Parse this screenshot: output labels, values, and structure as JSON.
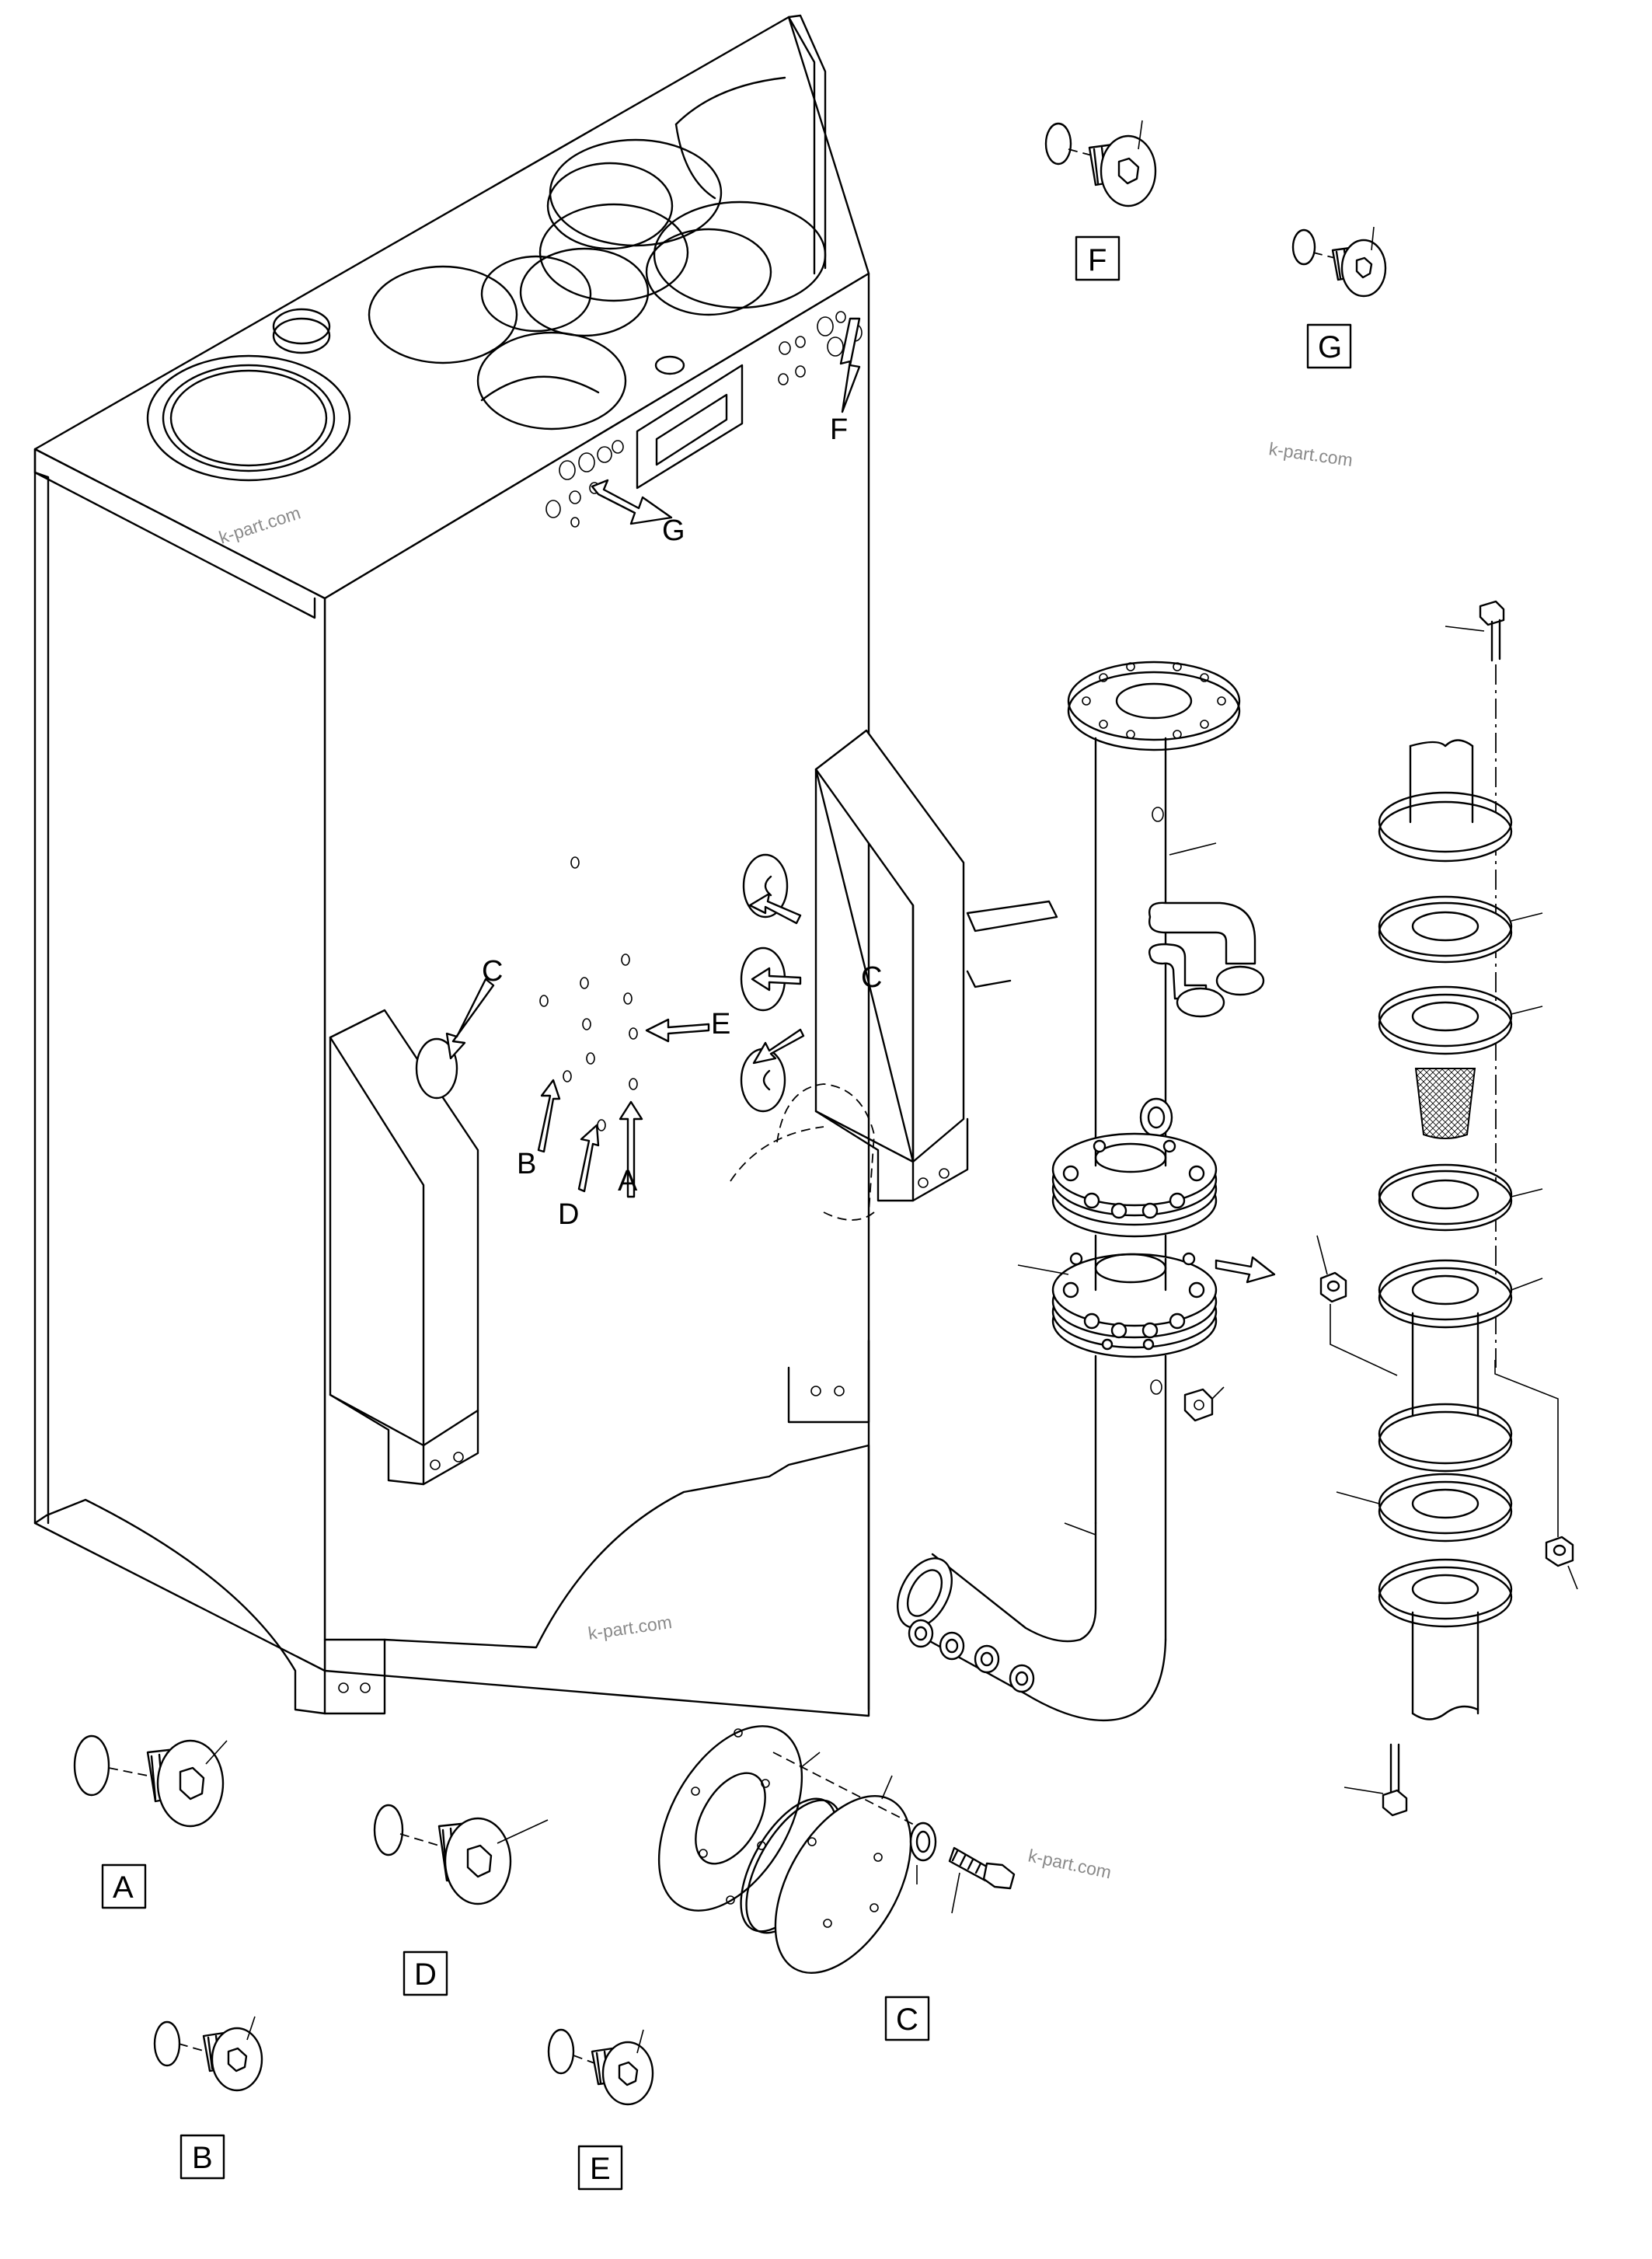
{
  "callouts": {
    "G": "G",
    "F": "F",
    "C_left": "C",
    "C_right": "C",
    "E": "E",
    "B": "B",
    "D": "D",
    "A": "A"
  },
  "detail_boxes": {
    "A": "A",
    "B": "B",
    "C": "C",
    "D": "D",
    "E": "E",
    "F": "F",
    "G": "G"
  },
  "watermarks": [
    "k-part.com",
    "k-part.com",
    "k-part.com",
    "k-part.com"
  ],
  "colors": {
    "line": "#000000",
    "background": "#ffffff",
    "watermark": "#8a8a8a"
  }
}
